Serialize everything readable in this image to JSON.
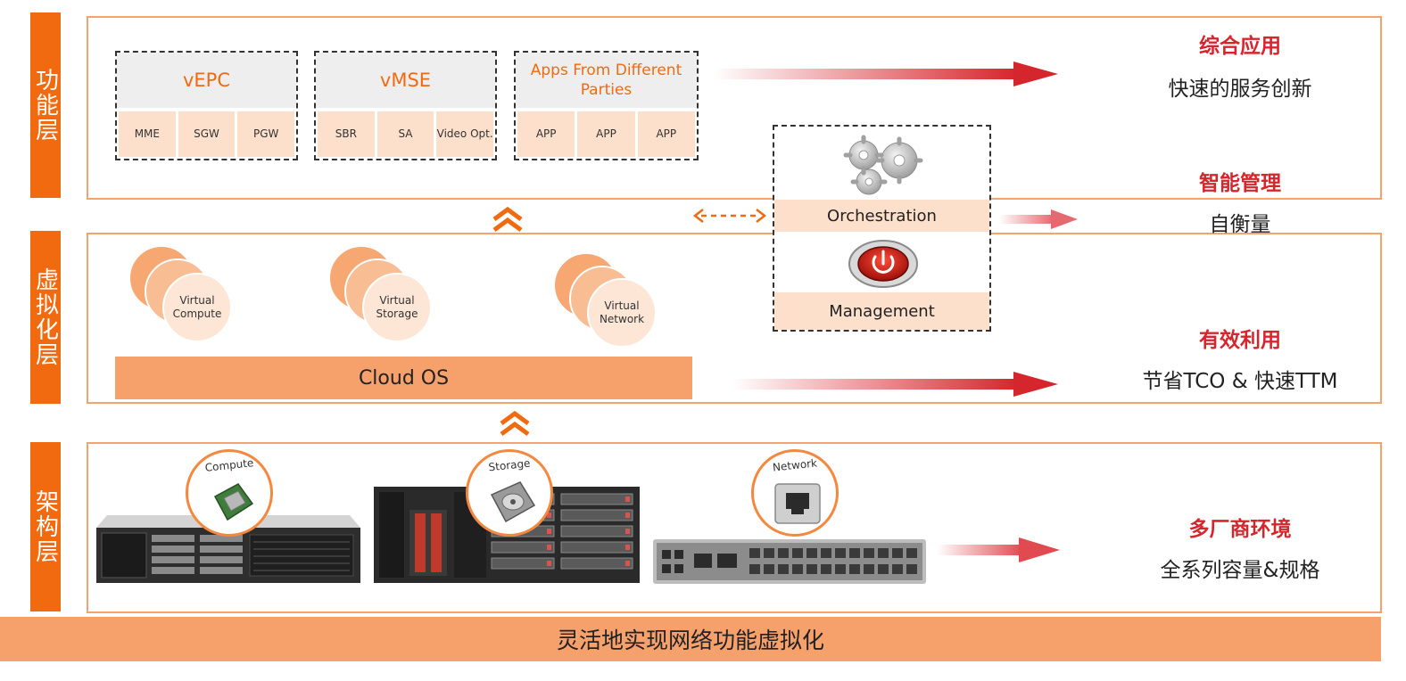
{
  "layers": {
    "function": "功能层",
    "virtualization": "虚拟化层",
    "infrastructure": "架构层"
  },
  "vnfs": [
    {
      "title": "vEPC",
      "cells": [
        "MME",
        "SGW",
        "PGW"
      ]
    },
    {
      "title": "vMSE",
      "cells": [
        "SBR",
        "SA",
        "Video Opt."
      ]
    },
    {
      "title": "Apps From Different Parties",
      "cells": [
        "APP",
        "APP",
        "APP"
      ]
    }
  ],
  "virtual": {
    "compute": "Virtual Compute",
    "storage": "Virtual Storage",
    "network": "Virtual Network",
    "cloud_os": "Cloud OS"
  },
  "orchestration": {
    "orchestration_label": "Orchestration",
    "management_label": "Management"
  },
  "hardware": {
    "compute": "Compute",
    "storage": "Storage",
    "network": "Network"
  },
  "benefits": [
    {
      "title": "综合应用",
      "subtitle": "快速的服务创新"
    },
    {
      "title": "智能管理",
      "subtitle": "自衡量"
    },
    {
      "title": "有效利用",
      "subtitle": "节省TCO & 快速TTM"
    },
    {
      "title": "多厂商环境",
      "subtitle": "全系列容量&规格"
    }
  ],
  "footer": "灵活地实现网络功能虚拟化",
  "colors": {
    "accent_orange": "#f26a10",
    "light_orange": "#f6a06c",
    "benefit_red": "#d6262d"
  }
}
